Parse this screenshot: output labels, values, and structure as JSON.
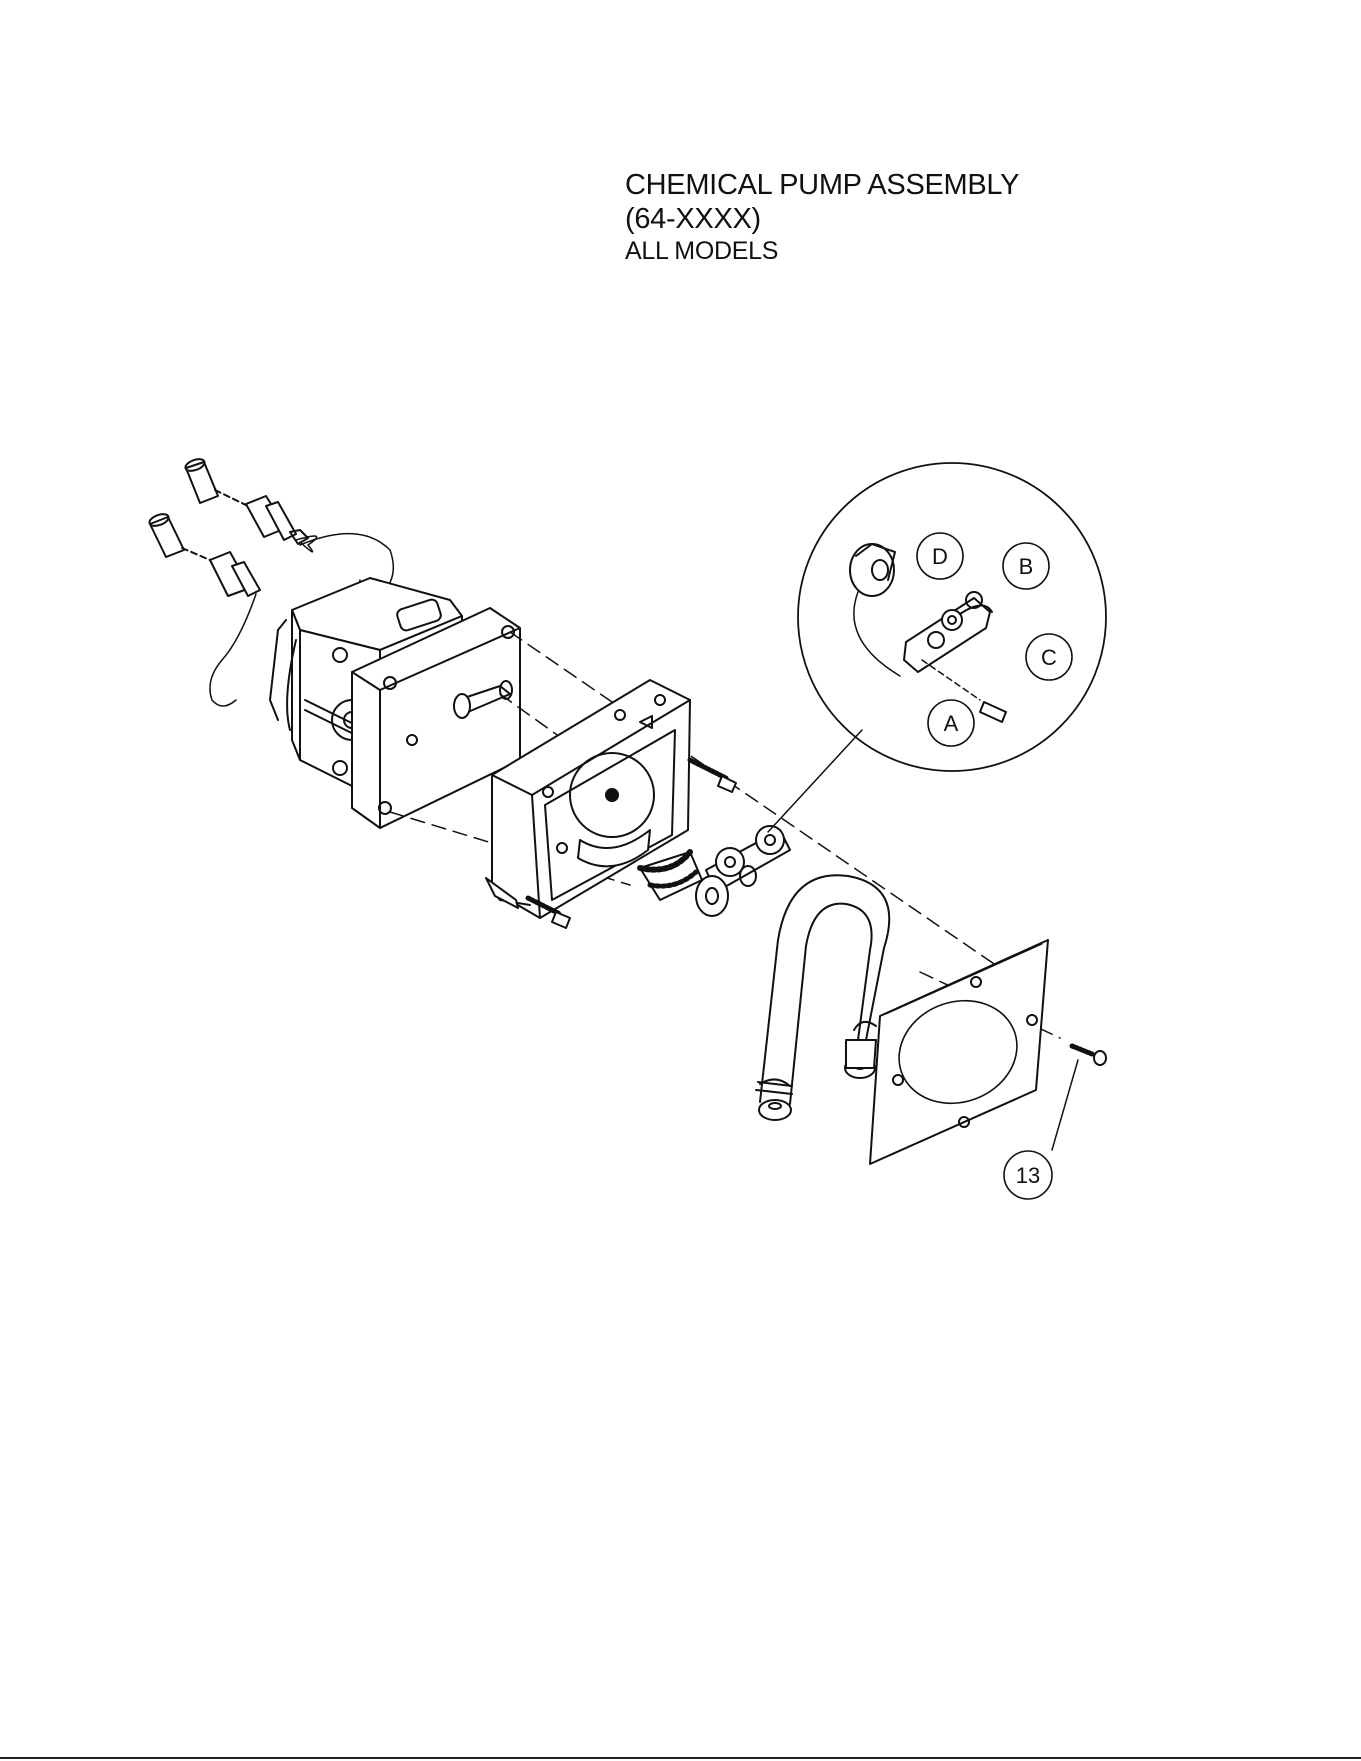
{
  "title": {
    "line1": "CHEMICAL PUMP ASSEMBLY",
    "line2": "(64-XXXX)",
    "line3": "ALL MODELS"
  },
  "callouts": {
    "A": "A",
    "B": "B",
    "C": "C",
    "D": "D",
    "part13": "13"
  }
}
